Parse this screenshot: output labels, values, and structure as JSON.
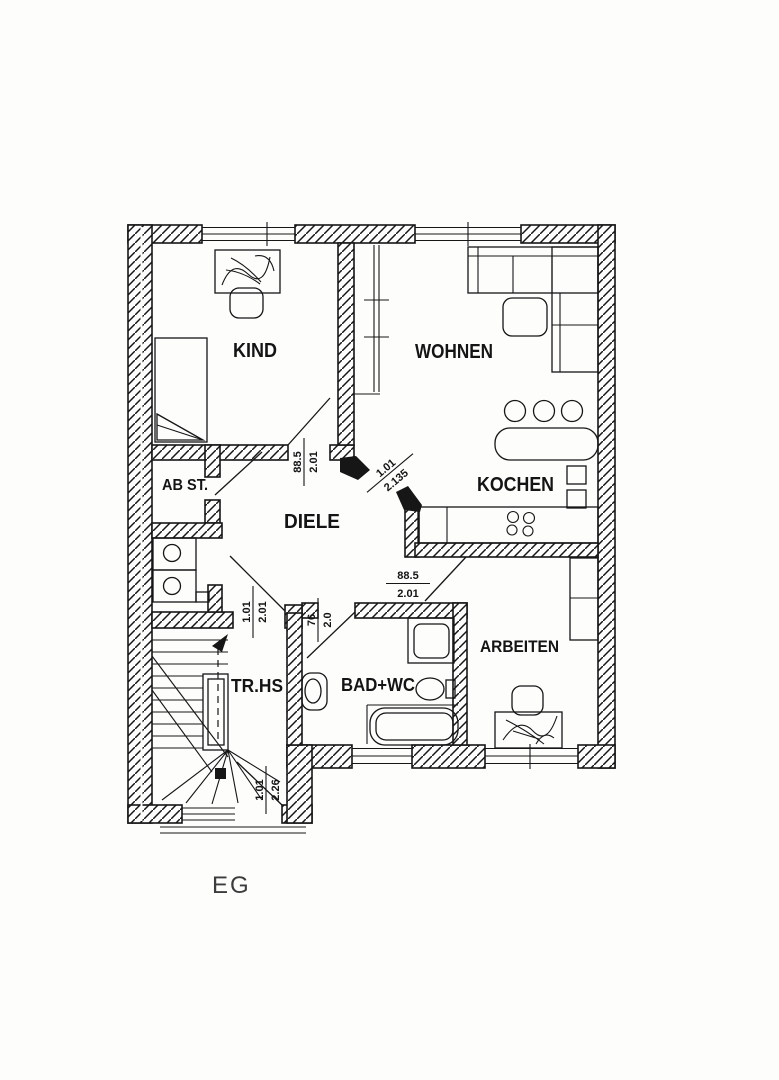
{
  "floor_plan": {
    "floor_label": "EG",
    "rooms": {
      "kind": "KIND",
      "wohnen": "WOHNEN",
      "abstellraum": "AB ST.",
      "diele": "DIELE",
      "kochen": "KOCHEN",
      "treppenhaus": "TR.HS",
      "bad_wc": "BAD+WC",
      "arbeiten": "ARBEITEN"
    },
    "door_dimensions": {
      "kind_door": {
        "width": "88.5",
        "height": "2.01"
      },
      "wohnen_passage": {
        "width": "1.01",
        "height": "2.135"
      },
      "arbeiten_door": {
        "width": "88.5",
        "height": "2.01"
      },
      "treppenhaus_door": {
        "width": "1.01",
        "height": "2.01"
      },
      "bad_door": {
        "width": "76",
        "height": "2.0"
      },
      "entrance_door": {
        "width": "1.01",
        "height": "2.26"
      }
    }
  }
}
